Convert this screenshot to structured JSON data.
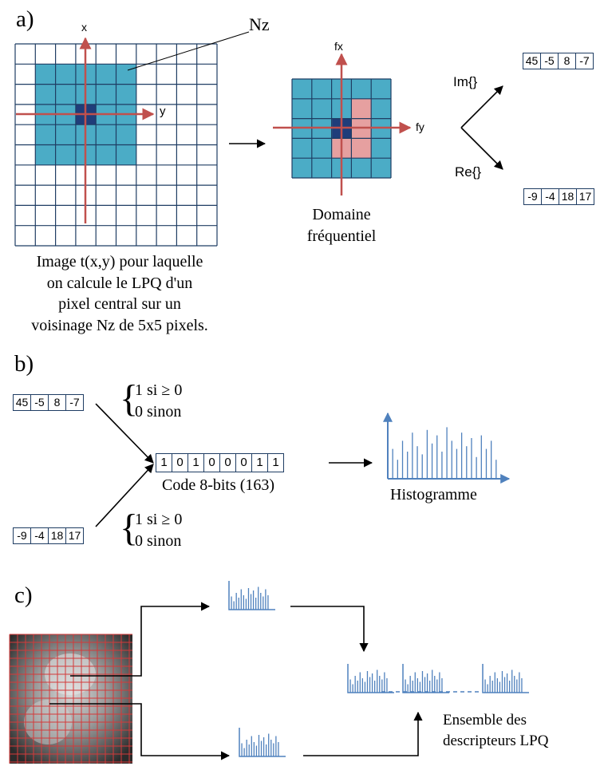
{
  "panel_a": {
    "label": "a)",
    "nz_label": "Nz",
    "axis_x": "x",
    "axis_y": "y",
    "freq_axis_x": "fx",
    "freq_axis_y": "fy",
    "freq_caption": [
      "Domaine",
      "fréquentiel"
    ],
    "im_label": "Im{}",
    "re_label": "Re{}",
    "im_values": [
      "45",
      "-5",
      "8",
      "-7"
    ],
    "re_values": [
      "-9",
      "-4",
      "18",
      "17"
    ],
    "image_caption": [
      "Image t(x,y) pour laquelle",
      "on calcule le LPQ d'un",
      "pixel central sur un",
      "voisinage Nz de 5x5 pixels."
    ]
  },
  "panel_b": {
    "label": "b)",
    "top_values": [
      "45",
      "-5",
      "8",
      "-7"
    ],
    "bottom_values": [
      "-9",
      "-4",
      "18",
      "17"
    ],
    "rule_top": [
      "1 si ≥ 0",
      "0 sinon"
    ],
    "rule_bottom": [
      "1 si ≥ 0",
      "0 sinon"
    ],
    "code_bits": [
      "1",
      "0",
      "1",
      "0",
      "0",
      "0",
      "1",
      "1"
    ],
    "code_caption": "Code 8-bits (163)",
    "histogram_caption": "Histogramme"
  },
  "panel_c": {
    "label": "c)",
    "caption": [
      "Ensemble des",
      "descripteurs LPQ"
    ]
  },
  "colors": {
    "grid_line": "#1f3d63",
    "neighborhood": "#4bacc6",
    "center_pixel": "#1f3d7a",
    "highlight": "#e6a0a0",
    "axis": "#c0504d",
    "histogram": "#4f81bd",
    "face_grid": "#d33a3a"
  }
}
